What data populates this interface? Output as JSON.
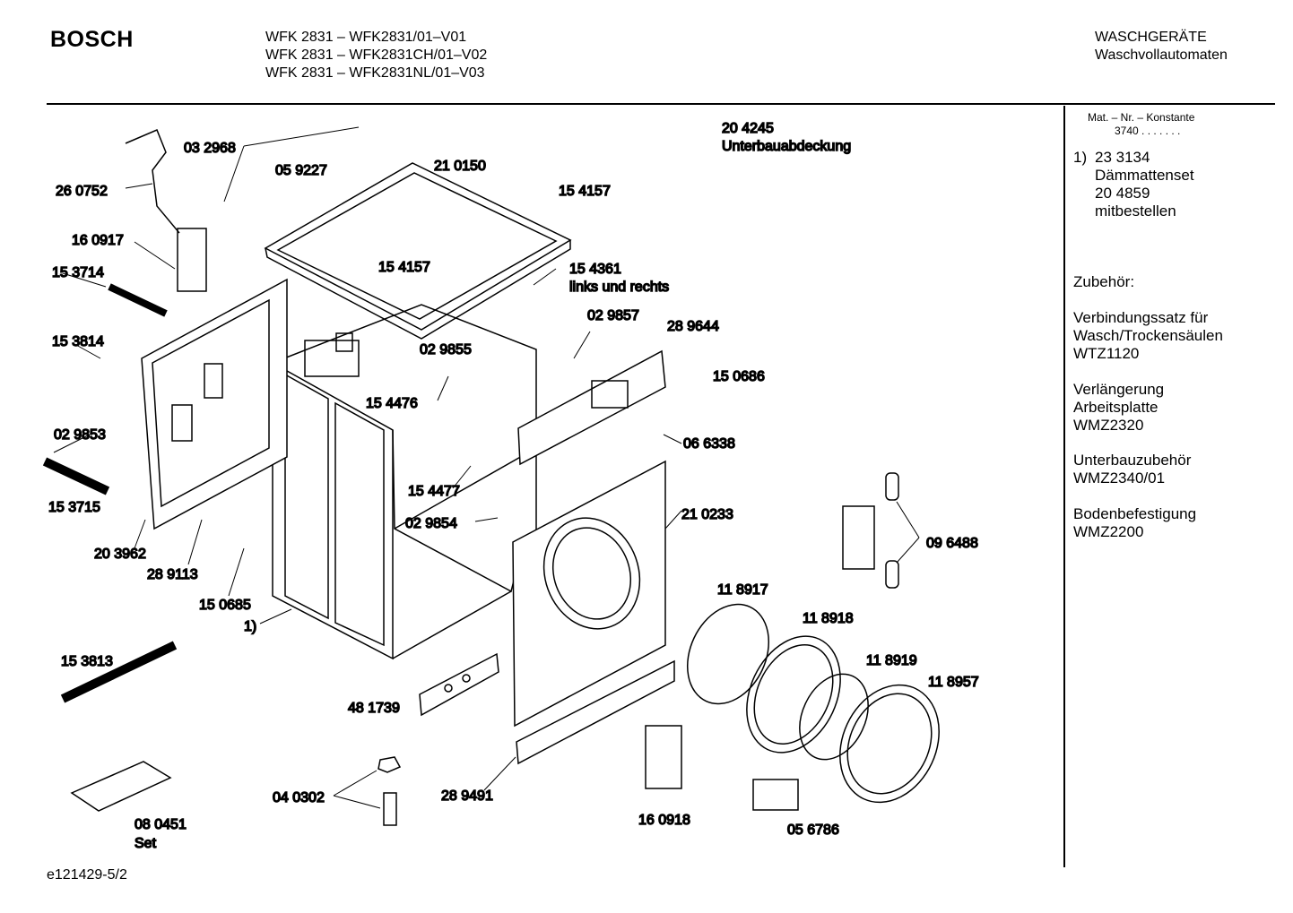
{
  "header": {
    "brand": "BOSCH",
    "models": [
      "WFK 2831 – WFK2831/01–V01",
      "WFK 2831 – WFK2831CH/01–V02",
      "WFK 2831 – WFK2831NL/01–V03"
    ],
    "category_line1": "WASCHGERÄTE",
    "category_line2": "Waschvollautomaten"
  },
  "sidebar": {
    "mat_header": "Mat. – Nr. – Konstante",
    "mat_value": "3740 . . . . . . .",
    "note_marker": "1)",
    "note_lines": [
      "23 3134",
      "Dämmattenset",
      "20 4859",
      "mitbestellen"
    ],
    "accessories_title": "Zubehör:",
    "accessories": [
      {
        "lines": [
          "Verbindungssatz für",
          "Wasch/Trockensäulen",
          "WTZ1120"
        ]
      },
      {
        "lines": [
          "Verlängerung",
          "Arbeitsplatte",
          "WMZ2320"
        ]
      },
      {
        "lines": [
          "Unterbauzubehör",
          "WMZ2340/01"
        ]
      },
      {
        "lines": [
          "Bodenbefestigung",
          "WMZ2200"
        ]
      }
    ]
  },
  "parts": {
    "p204245": "20 4245",
    "p204245_desc": "Unterbauabdeckung",
    "p032968": "03 2968",
    "p260752": "26 0752",
    "p059227": "05 9227",
    "p210150": "21 0150",
    "p154157a": "15 4157",
    "p154157b": "15 4157",
    "p160917": "16 0917",
    "p153714": "15 3714",
    "p154361": "15 4361",
    "p154361_desc": "links und rechts",
    "p029857": "02 9857",
    "p289644": "28 9644",
    "p153814": "15 3814",
    "p029855": "02 9855",
    "p150686": "15 0686",
    "p154476": "15 4476",
    "p029853": "02 9853",
    "p066338": "06 6338",
    "p154477": "15 4477",
    "p153715": "15 3715",
    "p210233": "21 0233",
    "p029854": "02 9854",
    "p096488": "09 6488",
    "p203962": "20 3962",
    "p289113": "28 9113",
    "p150685": "15 0685",
    "p1note": "1)",
    "p118917": "11 8917",
    "p118918": "11 8918",
    "p118919": "11 8919",
    "p118957": "11 8957",
    "p153813": "15 3813",
    "p481739": "48 1739",
    "p040302": "04 0302",
    "p289491": "28 9491",
    "p160918": "16 0918",
    "p056786": "05 6786",
    "p080451": "08 0451",
    "p080451_desc": "Set"
  },
  "footer": {
    "drawing_id": "e121429-5/2"
  }
}
